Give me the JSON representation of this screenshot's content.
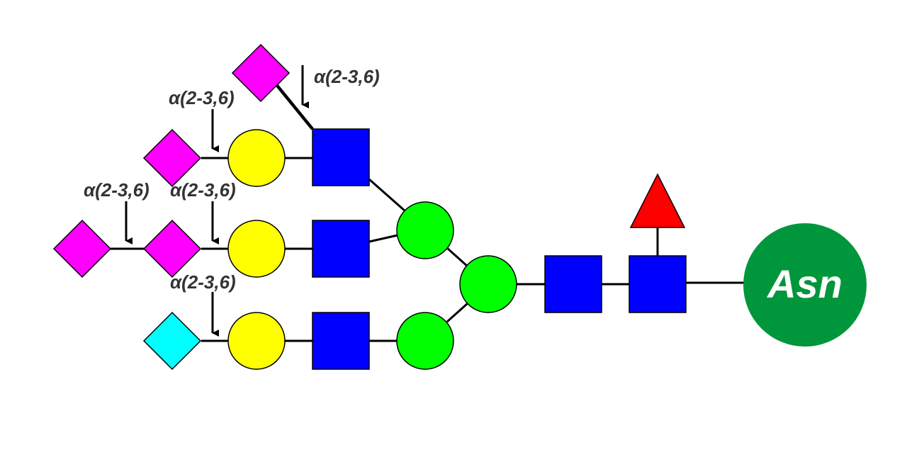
{
  "colors": {
    "sialic_acid_neu5ac": "#ff00ff",
    "sialic_acid_neu5gc": "#00ffff",
    "galactose": "#ffff00",
    "glcnac": "#0000ff",
    "mannose": "#00ff00",
    "fucose": "#ff0000",
    "asn": "#00963c"
  },
  "linkages": {
    "top": "α(2-3,6)",
    "upper": "α(2-3,6)",
    "middle_outer": "α(2-3,6)",
    "middle_inner": "α(2-3,6)",
    "lower": "α(2-3,6)"
  },
  "asn_label": "Asn"
}
